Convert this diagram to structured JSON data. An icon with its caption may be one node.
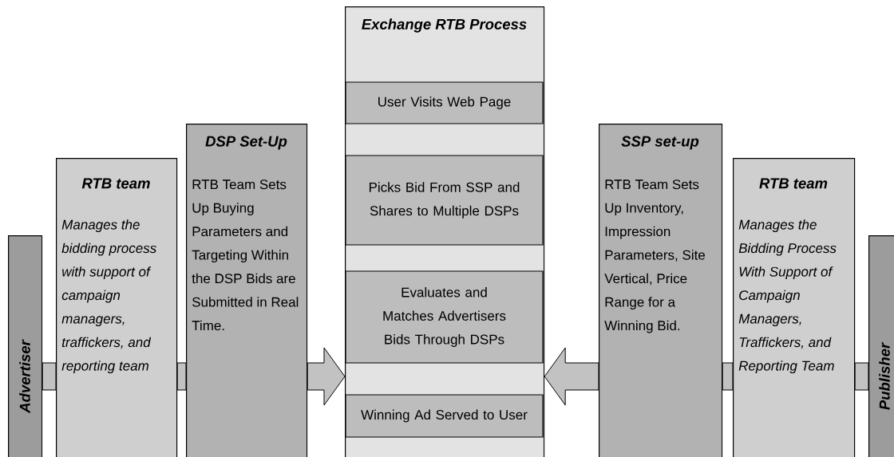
{
  "diagram": {
    "nodes": [
      {
        "text": [
          "Advertiser"
        ]
      },
      {
        "text": [
          "RTB team",
          "Manages the bidding process with support of campaign managers, traffickers, and reporting team"
        ]
      },
      {
        "text": [
          "DSP Set-Up",
          "RTB Team Sets Up Buying Parameters and Targeting Within the DSP Bids are Submitted in Real Time."
        ]
      },
      {
        "text": [
          "Exchange RTB Process"
        ]
      },
      {
        "text": [
          "User Visits Web Page"
        ],
        "in": 3
      },
      {
        "text": [
          "Picks Bid From SSP and Shares to Multiple DSPs"
        ],
        "in": 3
      },
      {
        "text": [
          "Evaluates and Matches Advertisers Bids Through DSPs"
        ],
        "in": 3
      },
      {
        "text": [
          "Winning Ad Served to User"
        ],
        "in": 3
      },
      {
        "text": [
          "SSP set-up",
          "RTB Team Sets Up Inventory, Impression Parameters, Site Vertical, Price Range for a Winning Bid."
        ]
      },
      {
        "text": [
          "RTB team",
          "Manages the Bidding Process With Support of Campaign Managers, Traffickers, and Reporting Team"
        ]
      },
      {
        "text": [
          "Publisher"
        ]
      }
    ],
    "edges": [
      {
        "from": 0,
        "to": 1,
        "arrow": "none"
      },
      {
        "from": 1,
        "to": 2,
        "arrow": "none"
      },
      {
        "from": 2,
        "to": 3,
        "arrow": "to"
      },
      {
        "from": 10,
        "to": 9,
        "arrow": "none"
      },
      {
        "from": 9,
        "to": 8,
        "arrow": "none"
      },
      {
        "from": 8,
        "to": 3,
        "arrow": "to"
      }
    ]
  }
}
